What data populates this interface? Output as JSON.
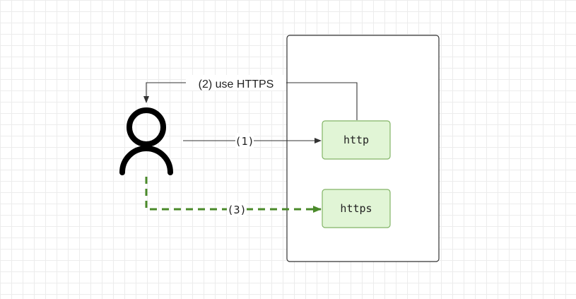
{
  "colors": {
    "node_fill": "#e1f5d6",
    "node_stroke": "#82b366",
    "edge": "#333333",
    "edge_dashed": "#4a8a2a",
    "container_stroke": "#333333",
    "actor_stroke": "#000000"
  },
  "actor": {
    "icon": "user-icon"
  },
  "nodes": {
    "http": "http",
    "https": "https"
  },
  "edges": {
    "request_plain": "(1)",
    "redirect": "(2) use HTTPS",
    "request_secure": "(3)"
  }
}
